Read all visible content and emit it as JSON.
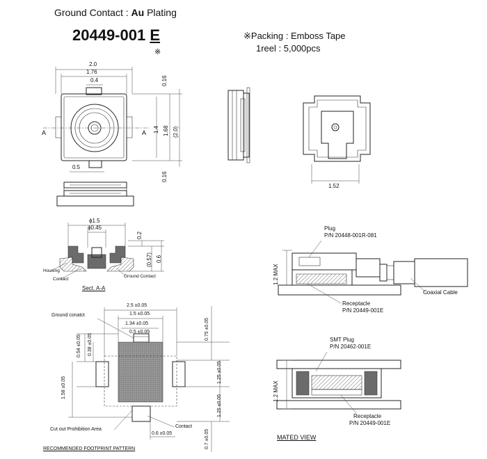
{
  "header": {
    "title_prefix": "Ground Contact : ",
    "title_bold": "Au",
    "title_suffix": " Plating",
    "part_number": "20449-001",
    "part_suffix": "E",
    "note_mark": "※",
    "packing_line1": "※Packing :   Emboss Tape",
    "packing_line2": "1reel : 5,000pcs"
  },
  "top_view": {
    "dim_width": "2.0",
    "dim_inner": "1.76",
    "dim_contact": "0.4",
    "dim_bottom": "0.5",
    "dim_right_top": "0.16",
    "dim_right_bottom": "0.16",
    "dim_height_inner": "1.4",
    "dim_height": "1.68",
    "dim_height_ref": "(2.0)",
    "section_left": "A",
    "section_right": "A"
  },
  "back_view": {
    "dim_width": "1.52"
  },
  "section": {
    "dim_outer": "ϕ1.5",
    "dim_inner": "ϕ0.45",
    "dim_v1": "0.2",
    "dim_v2": "(0.57)",
    "dim_v3": "0.6",
    "label_housing": "Housing",
    "label_contact": "Contact",
    "label_ground": "Ground Contact",
    "caption": "Sect. A-A"
  },
  "mated_plug": {
    "label_plug": "Plug",
    "plug_pn": "P/N 20448-001R-081",
    "label_cable": "Coaxial Cable",
    "label_receptacle": "Receptacle",
    "receptacle_pn": "P/N 20449-001E",
    "dim_height": "1.2 MAX"
  },
  "mated_smt": {
    "label_plug": "SMT Plug",
    "plug_pn": "P/N 20462-001E",
    "label_receptacle": "Receptacle",
    "receptacle_pn": "P/N 20449-001E",
    "dim_height": "1.2 MAX",
    "caption": "MATED VIEW"
  },
  "footprint": {
    "label_ground": "Ground conatct",
    "dim_25": "2.5 ±0.05",
    "dim_15": "1.5 ±0.05",
    "dim_134": "1.34 ±0.05",
    "dim_05": "0.5 ±0.05",
    "dim_054": "0.54 ±0.05",
    "dim_038": "0.38 ±0.05",
    "dim_158": "1.58 ±0.05",
    "dim_075": "0.75 ±0.05",
    "dim_125a": "1.25 ±0.05",
    "dim_125b": "1.25 ±0.05",
    "dim_07": "0.7 ±0.05",
    "dim_06": "0.6 ±0.05",
    "label_contact": "Contact",
    "label_cutout": "Cut out Prohibition Area",
    "caption": "RECOMMENDED FOOTPRINT PATTERN"
  }
}
